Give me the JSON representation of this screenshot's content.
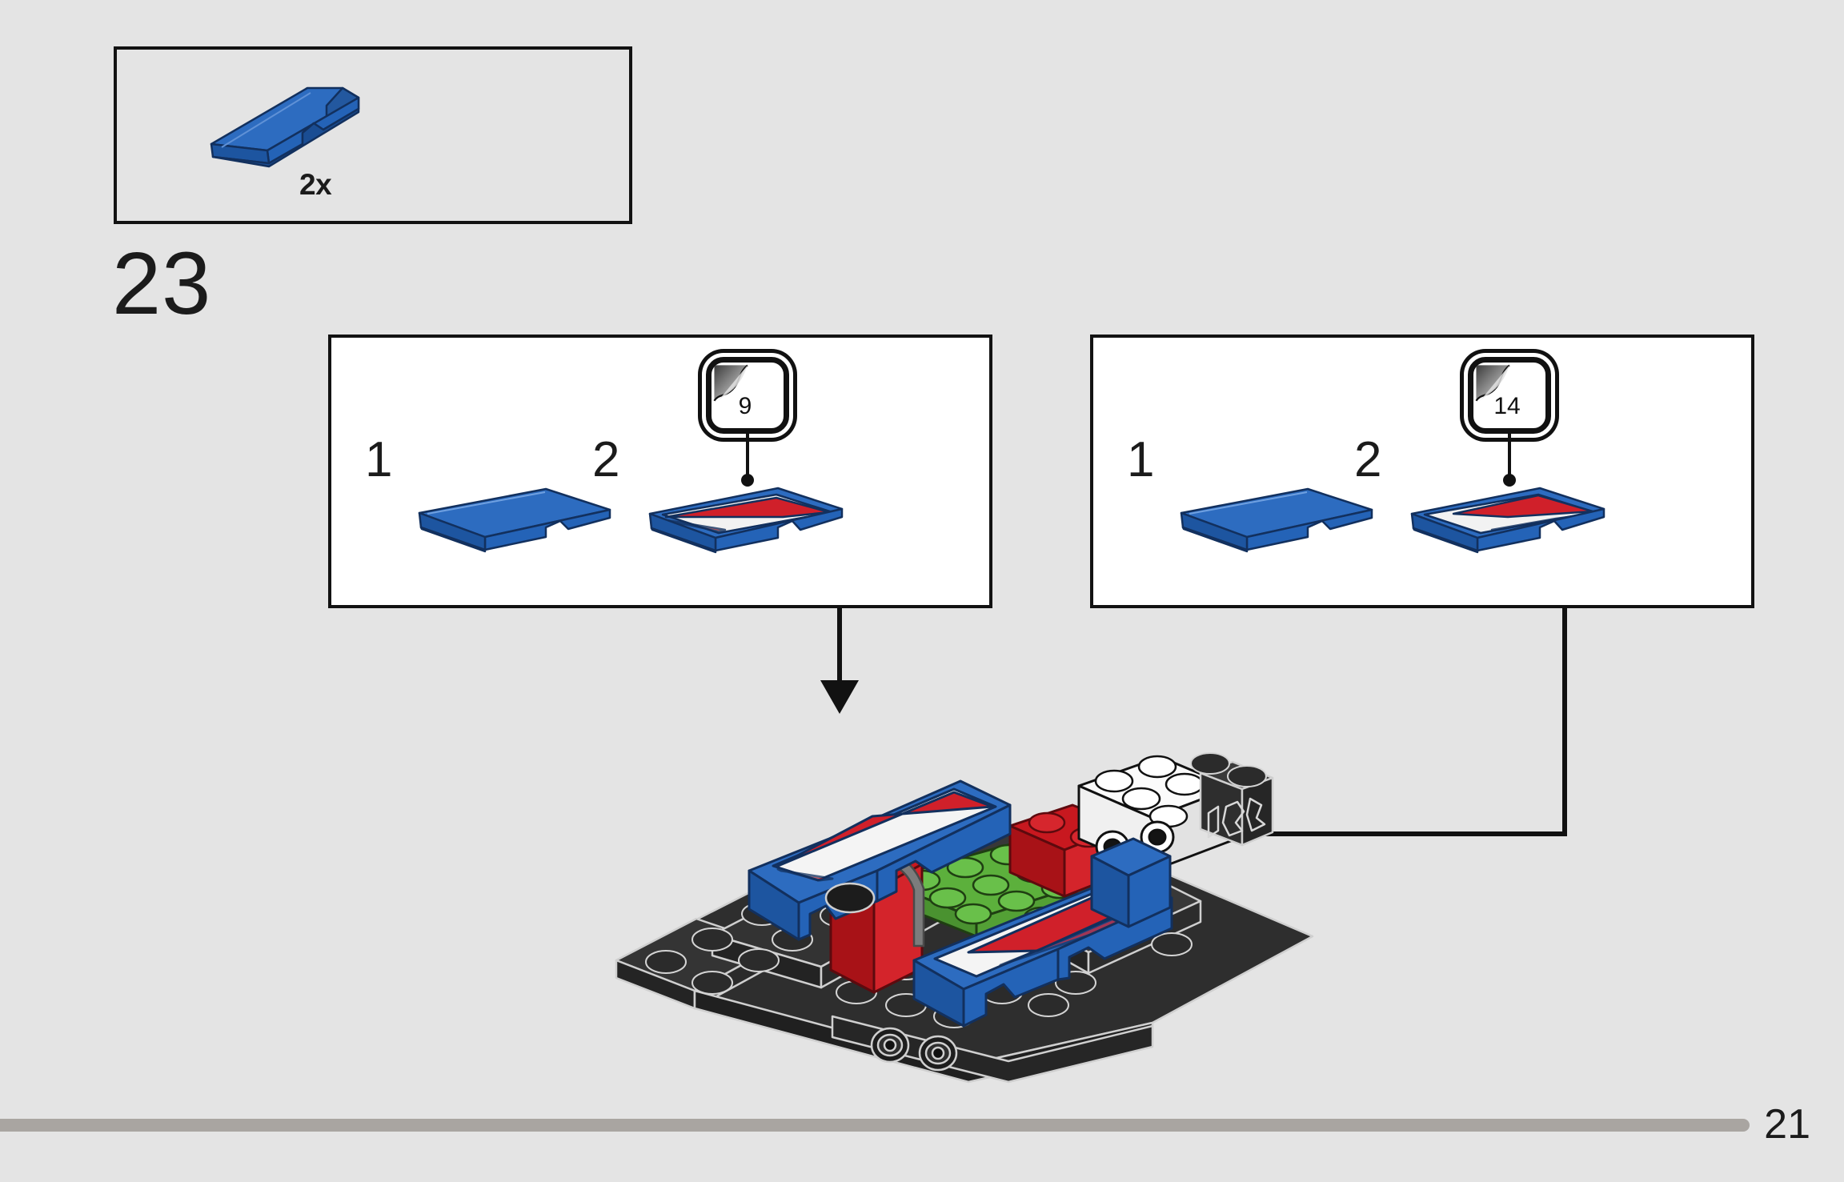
{
  "document": {
    "type": "lego-building-instructions",
    "page_number": "21",
    "background_color": "#e4e4e4"
  },
  "parts_inventory": {
    "label": "parts-call-out-box",
    "items": [
      {
        "quantity": "2x",
        "part_name": "slope-curved-4x1",
        "color": "#2463b7",
        "color_name": "blue"
      }
    ]
  },
  "step": {
    "number": "23"
  },
  "sticker_panels": [
    {
      "id": "sticker-panel-left",
      "substeps": [
        {
          "number": "1",
          "part_name": "slope-curved-4x1-plain",
          "color": "#2463b7"
        },
        {
          "number": "2",
          "part_name": "slope-curved-4x1-stickered",
          "color": "#2463b7",
          "sticker": {
            "id": "9",
            "stripe_colors": [
              "#d0202a",
              "#f2f2f2"
            ],
            "direction": "left-to-right"
          }
        }
      ]
    },
    {
      "id": "sticker-panel-right",
      "substeps": [
        {
          "number": "1",
          "part_name": "slope-curved-4x1-plain",
          "color": "#2463b7"
        },
        {
          "number": "2",
          "part_name": "slope-curved-4x1-stickered",
          "color": "#2463b7",
          "sticker": {
            "id": "14",
            "stripe_colors": [
              "#d0202a",
              "#f2f2f2"
            ],
            "direction": "right-to-left"
          }
        }
      ]
    }
  ],
  "assembly": {
    "name": "race-car-chassis-assembly",
    "arrows": [
      {
        "name": "placement-arrow-down",
        "direction": "down",
        "from_panel": "sticker-panel-left"
      },
      {
        "name": "placement-arrow-left",
        "direction": "left",
        "from_panel": "sticker-panel-right"
      }
    ],
    "colors": {
      "chassis_dark_gray": "#2e2e2e",
      "plate_green": "#5cb03c",
      "brick_red": "#c8181f",
      "brick_white": "#fbfbfb",
      "brick_blue": "#2463b7",
      "bar_gray": "#7c7c7c",
      "sticker_red": "#d0202a",
      "sticker_white": "#f4f4f4"
    },
    "bricks": [
      {
        "name": "dark-gray-chassis-plates",
        "color": "#2e2e2e"
      },
      {
        "name": "green-plate-4x4",
        "color": "#5cb03c"
      },
      {
        "name": "red-windscreen-wedge",
        "color": "#c8181f"
      },
      {
        "name": "red-brick-1x2",
        "color": "#c8181f"
      },
      {
        "name": "white-brick-2x3-with-side-studs",
        "color": "#fbfbfb"
      },
      {
        "name": "blue-slope-with-sticker-9",
        "color": "#2463b7"
      },
      {
        "name": "blue-slope-with-sticker-14",
        "color": "#2463b7"
      },
      {
        "name": "gray-bar-handle",
        "color": "#7c7c7c"
      }
    ]
  },
  "footer": {
    "progress_bar_color": "#a9a5a1",
    "page_number": "21"
  }
}
